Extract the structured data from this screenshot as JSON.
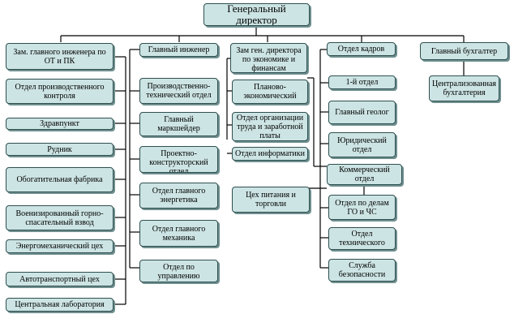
{
  "colors": {
    "box_fill": "#cde4e4",
    "box_border": "#2f4f4f",
    "connector": "#000000"
  },
  "nodes": {
    "general_director": "Генеральный директор",
    "deputy_chief_engineer": "Зам. главного инженера по ОТ и ПК",
    "production_control": "Отдел производственного контроля",
    "health_center": "Здравпункт",
    "mine": "Рудник",
    "processing_plant": "Обогатительная фабрика",
    "rescue_platoon": "Военизированный горно-спасательный взвод",
    "energy_mech_shop": "Энергомеханический цех",
    "transport_shop": "Автотранспортный цех",
    "central_lab": "Центральная лаборатория",
    "chief_engineer": "Главный инженер",
    "prod_tech_dept": "Производственно-технический отдел",
    "chief_surveyor": "Главный маркшейдер",
    "design_dept": "Проектно-конструкторский отдел",
    "chief_power_engineer": "Отдел главного энергетика",
    "chief_mechanic": "Отдел главного механика",
    "management_dept": "Отдел по управлению",
    "deputy_economics": "Зам ген. директора по экономике и финансам",
    "planning_econ": "Планово-экономический",
    "labor_org": "Отдел организации труда и заработной платы",
    "it_dept": "Отдел информатики",
    "catering": "Цех питания и торговли",
    "hr_dept": "Отдел кадров",
    "first_dept": "1-й отдел",
    "chief_geologist": "Главный геолог",
    "legal_dept": "Юридический отдел",
    "commercial_dept": "Коммерческий отдел",
    "civil_defense": "Отдел по делам ГО и ЧС",
    "technical_dept": "Отдел технического",
    "security_service": "Служба безопасности",
    "chief_accountant": "Главный бухгалтер",
    "central_accounting": "Централизованная бухгалтерия"
  }
}
